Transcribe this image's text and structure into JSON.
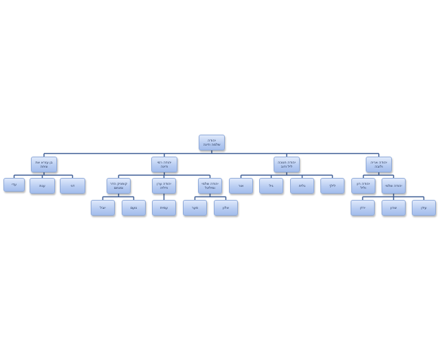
{
  "tree": {
    "root": "יהודה\nשלמה ודינה",
    "branches": [
      {
        "label": "יהודה אריה\nולובה",
        "children": [
          {
            "label": "יהודה שלמי",
            "children": [
              "עידן",
              "שרון",
              "ירדן"
            ]
          },
          {
            "label": "יהודה רון\nוליל",
            "children": []
          }
        ]
      },
      {
        "label": "יהודה חנוכה\nליל ודוב",
        "children": [
          {
            "label": "לילך",
            "children": []
          },
          {
            "label": "גלית",
            "children": []
          },
          {
            "label": "גיל",
            "children": []
          },
          {
            "label": "אור",
            "children": []
          }
        ]
      },
      {
        "label": "יהודה רמי\nודינה",
        "children": [
          {
            "label": "יהודה שלמי\nומיליגל",
            "children": [
              "אלון",
              "סער"
            ]
          },
          {
            "label": "יהודה ערן\nודליה",
            "children": [
              "עמית"
            ]
          },
          {
            "label": "קופניק הדר\nומנחם",
            "children": [
              "נועם",
              "יובל"
            ]
          }
        ]
      },
      {
        "label": "בן עזרא את\nוגיחה",
        "children": [
          {
            "label": "דני",
            "children": []
          },
          {
            "label": "ענת",
            "children": []
          },
          {
            "label": "עדי",
            "children": []
          }
        ]
      }
    ]
  },
  "colors": {
    "connector": "#3d5d95",
    "node_fill_top": "#dfe9fb",
    "node_fill_bottom": "#a3bdec",
    "node_border": "#8ea9d8"
  }
}
